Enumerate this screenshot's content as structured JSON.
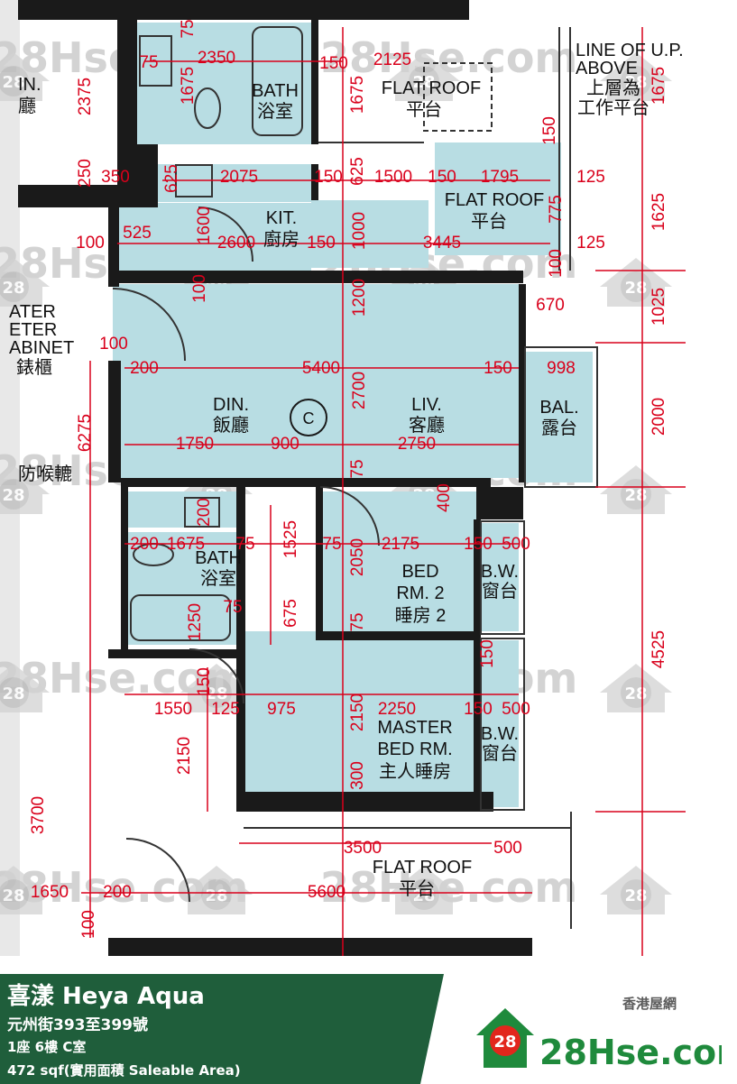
{
  "colors": {
    "room_fill": "#b8dde3",
    "wall": "#1a1a1a",
    "dimension": "#d9001b",
    "watermark": "#c9c9c9",
    "footer_green": "#1f5e3b",
    "brand_green": "#1f8a3c",
    "brand_red": "#e2261c"
  },
  "watermark": {
    "text": "28Hse.com",
    "badge": "28"
  },
  "rooms": {
    "bath1": [
      "BATH",
      "浴室"
    ],
    "flat_roof_top": [
      "FLAT ROOF",
      "平台"
    ],
    "line_up": [
      "LINE OF U.P.",
      "ABOVE",
      "上層為",
      "工作平台"
    ],
    "kit": [
      "KIT.",
      "廚房"
    ],
    "flat_roof_mid": [
      "FLAT ROOF",
      "平台"
    ],
    "water_meter": [
      "ATER",
      "ETER",
      "ABINET",
      "錶櫃"
    ],
    "din": [
      "DIN.",
      "飯廳"
    ],
    "liv": [
      "LIV.",
      "客廳"
    ],
    "bal": [
      "BAL.",
      "露台"
    ],
    "c_mark": "C",
    "left_partial_top": [
      "IN.",
      "廳"
    ],
    "left_partial_mid": "防喉轆",
    "bath2": [
      "BATH",
      "浴室"
    ],
    "bed2": [
      "BED",
      "RM. 2",
      "睡房 2"
    ],
    "bw1": [
      "B.W.",
      "窗台"
    ],
    "master": [
      "MASTER",
      "BED RM.",
      "主人睡房"
    ],
    "bw2": [
      "B.W.",
      "窗台"
    ],
    "flat_roof_bottom": [
      "FLAT ROOF",
      "平台"
    ]
  },
  "dims": {
    "h_2375": "2375",
    "v_75a": "75",
    "v_1675a": "1675",
    "h_2350": "2350",
    "h_75a": "75",
    "h_150a": "150",
    "h_2125": "2125",
    "v_1675b": "1675",
    "h_1675r": "1675",
    "v_150a": "150",
    "v_250": "250",
    "h_350": "350",
    "v_625a": "625",
    "h_2075": "2075",
    "h_150b": "150",
    "v_625b": "625",
    "h_1500": "1500",
    "h_150c": "150",
    "h_1795": "1795",
    "h_125a": "125",
    "v_775": "775",
    "v_1625": "1625",
    "h_525": "525",
    "v_1600": "1600",
    "h_100a": "100",
    "h_2600": "2600",
    "h_150d": "150",
    "v_1000": "1000",
    "h_3445": "3445",
    "v_100a": "100",
    "h_125b": "125",
    "v_100b": "100",
    "v_1200": "1200",
    "h_670": "670",
    "v_1025": "1025",
    "h_100b": "100",
    "h_200a": "200",
    "h_5400": "5400",
    "v_2700": "2700",
    "h_150e": "150",
    "h_998": "998",
    "v_2000": "2000",
    "v_6275": "6275",
    "h_1750": "1750",
    "h_900": "900",
    "h_2750": "2750",
    "v_75b": "75",
    "v_400": "400",
    "v_200b": "200",
    "h_200b": "200",
    "h_1675c": "1675",
    "h_75b": "75",
    "v_1525": "1525",
    "h_75c": "75",
    "v_2050": "2050",
    "h_2175": "2175",
    "h_150f": "150",
    "h_500a": "500",
    "v_4525": "4525",
    "h_75d": "75",
    "v_1250": "1250",
    "v_675": "675",
    "v_75c": "75",
    "v_150b": "150",
    "v_150c": "150",
    "h_1550": "1550",
    "h_125c": "125",
    "h_975": "975",
    "v_2150a": "2150",
    "h_2250": "2250",
    "h_150g": "150",
    "h_500b": "500",
    "v_2150b": "2150",
    "v_300": "300",
    "v_3700": "3700",
    "h_3500": "3500",
    "h_500c": "500",
    "h_1650": "1650",
    "h_200c": "200",
    "h_5600": "5600",
    "v_100c": "100"
  },
  "footer": {
    "title": "喜漾 Heya Aqua",
    "address": "元州街393至399號",
    "unit": "1座 6樓 C室",
    "area": "472 sqf(實用面積 Saleable Area)",
    "brand_cn": "香港屋網",
    "brand_text": "28Hse.com",
    "brand_badge": "28"
  }
}
